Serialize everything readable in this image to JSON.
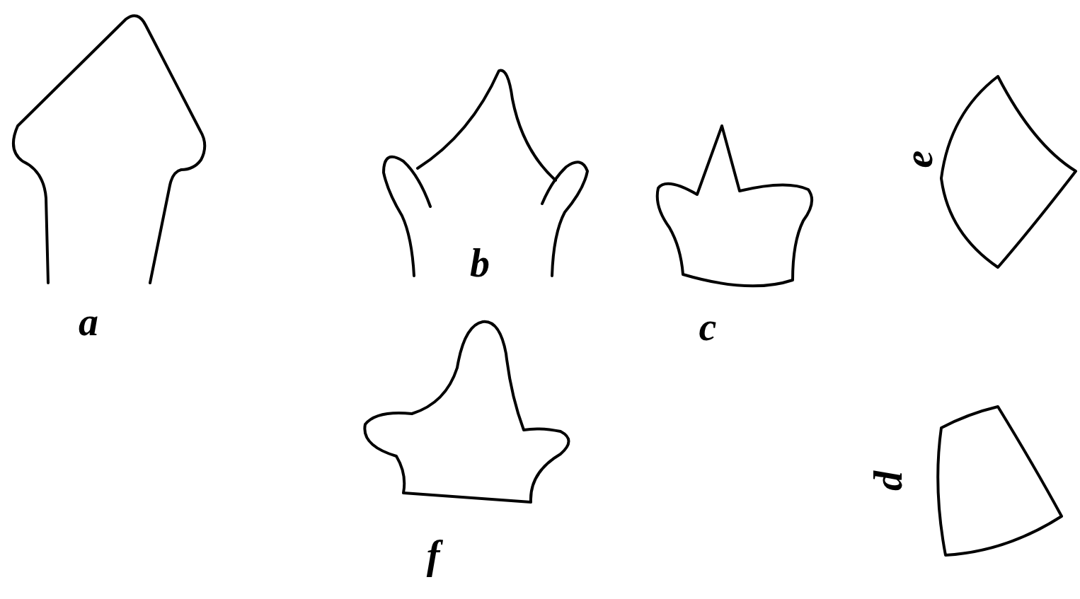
{
  "diagram": {
    "labels": [
      "a",
      "b",
      "c",
      "e",
      "f",
      "d"
    ]
  }
}
